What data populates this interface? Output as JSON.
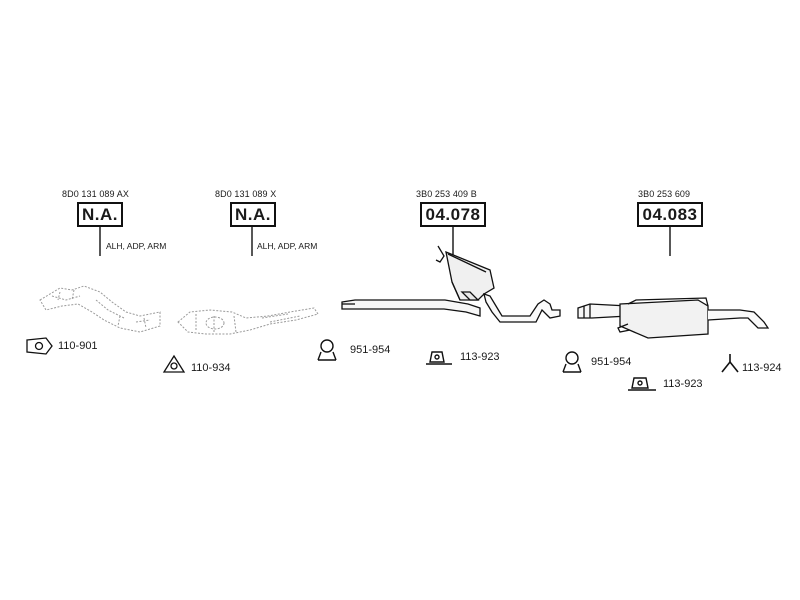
{
  "parts": [
    {
      "id": "p1",
      "ref": "8D0 131 089 AX",
      "code": "N.A.",
      "engines": "ALH, ADP, ARM"
    },
    {
      "id": "p2",
      "ref": "8D0 131 089 X",
      "code": "N.A.",
      "engines": "ALH, ADP, ARM"
    },
    {
      "id": "p3",
      "ref": "3B0 253 409 B",
      "code": "04.078"
    },
    {
      "id": "p4",
      "ref": "3B0 253 609",
      "code": "04.083"
    }
  ],
  "accessories": [
    {
      "code": "110-901",
      "icon": "flange-gasket-icon"
    },
    {
      "code": "110-934",
      "icon": "triangle-gasket-icon"
    },
    {
      "code": "951-954",
      "icon": "clamp-icon"
    },
    {
      "code": "113-923",
      "icon": "rubber-mount-icon"
    },
    {
      "code": "951-954",
      "icon": "clamp-icon"
    },
    {
      "code": "113-923",
      "icon": "rubber-mount-icon"
    },
    {
      "code": "113-924",
      "icon": "hanger-icon"
    }
  ],
  "colors": {
    "line": "#111111",
    "ghost": "#9a9a9a",
    "body": "#1a1a1a"
  }
}
